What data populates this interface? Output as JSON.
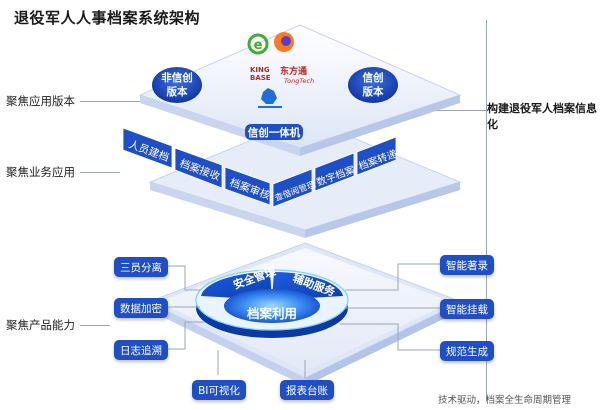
{
  "title": "退役军人人事档案系统架构",
  "left_labels": [
    "聚焦应用版本",
    "聚焦业务应用",
    "聚焦产品能力"
  ],
  "right_label": "构建退役军人档案信息化",
  "top_layer": {
    "left_badge": [
      "非信创",
      "版本"
    ],
    "right_badge": [
      "信创",
      "版本"
    ],
    "logos": [
      "KING",
      "BASE",
      "东方通",
      "TongTech"
    ],
    "center_label": "信创一体机"
  },
  "middle_layer": {
    "modules": [
      "人员建档",
      "档案接收",
      "档案审核",
      "查借阅管理",
      "数字档案",
      "档案转递"
    ]
  },
  "bottom_layer": {
    "ring_segments": [
      "安全管理",
      "辅助服务"
    ],
    "center_label": "档案利用",
    "left_chips": [
      "三员分离",
      "数据加密",
      "日志追溯"
    ],
    "right_chips": [
      "智能著录",
      "智能挂载",
      "规范生成"
    ],
    "bottom_chips": [
      "BI可视化",
      "报表台账"
    ]
  },
  "footnote": "技术驱动，档案全生命周期管理",
  "colors": {
    "primary_blue": "#1f4fc7",
    "platform_light": "#eef2fb",
    "accent_cyan": "#16b7ff"
  }
}
